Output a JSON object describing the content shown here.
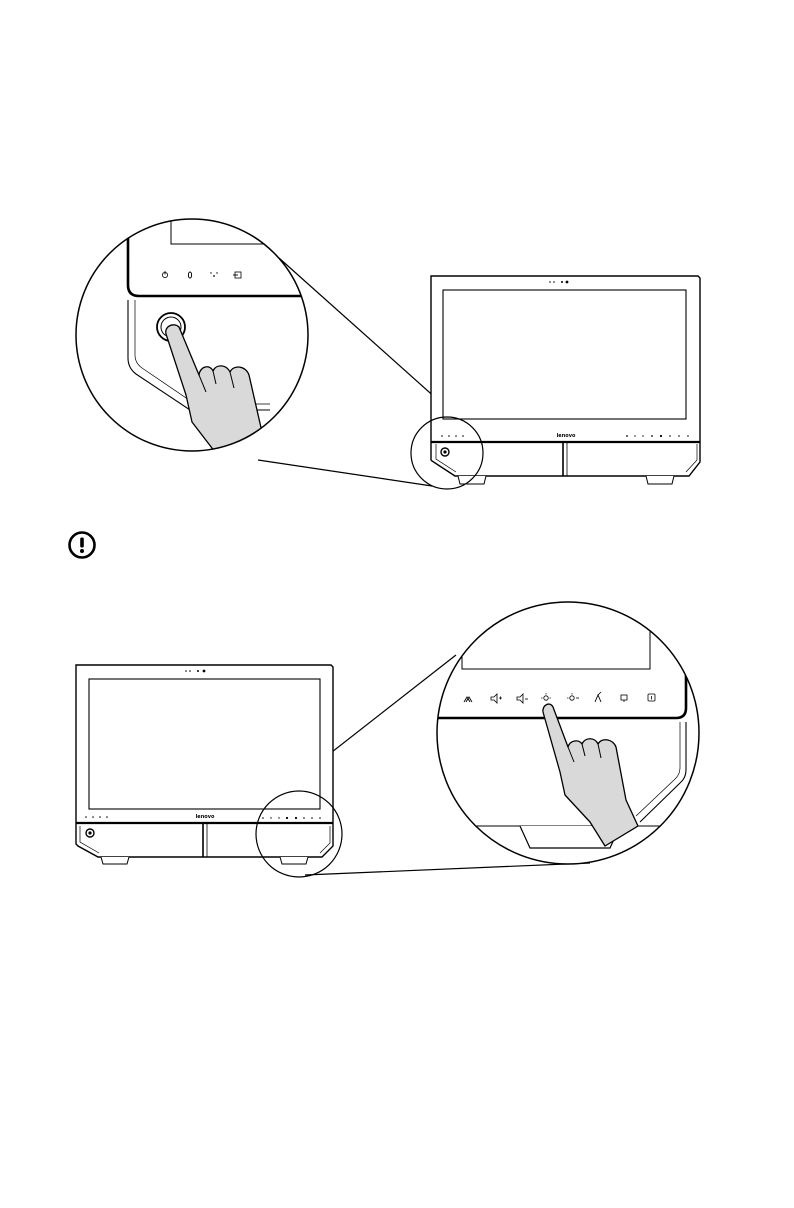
{
  "brand": "lenovo",
  "figure_1": {
    "subject": "power-button-illustration"
  },
  "note": {
    "icon": "exclamation-circle-icon"
  },
  "figure_2": {
    "subject": "touch-control-panel-illustration"
  }
}
